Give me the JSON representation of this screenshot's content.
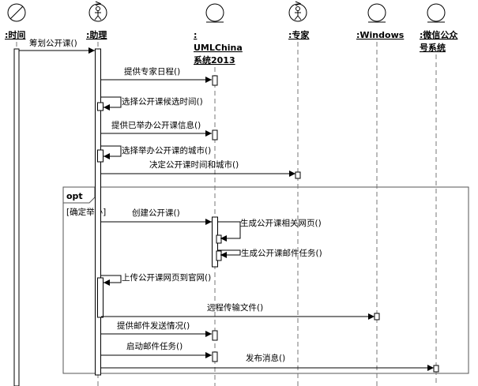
{
  "lifelines": [
    {
      "id": "time",
      "icon": "actor-icon",
      "name_lines": [
        ":时间"
      ]
    },
    {
      "id": "helper",
      "icon": "control-icon",
      "name_lines": [
        ":助理"
      ]
    },
    {
      "id": "uml",
      "icon": "entity-icon",
      "name_lines": [
        ":",
        "UMLChina",
        "系统2013"
      ]
    },
    {
      "id": "expert",
      "icon": "control-icon",
      "name_lines": [
        ":专家"
      ]
    },
    {
      "id": "windows",
      "icon": "entity-icon",
      "name_lines": [
        ":Windows"
      ]
    },
    {
      "id": "wechat",
      "icon": "entity-icon",
      "name_lines": [
        ":微信公众",
        "号系统"
      ]
    }
  ],
  "messages": [
    {
      "from": "time",
      "to": "helper",
      "label": "筹划公开课()"
    },
    {
      "from": "helper",
      "to": "uml",
      "label": "提供专家日程()"
    },
    {
      "from": "helper",
      "to": "helper",
      "label": "选择公开课候选时间()"
    },
    {
      "from": "helper",
      "to": "uml",
      "label": "提供已举办公开课信息()"
    },
    {
      "from": "helper",
      "to": "helper",
      "label": "选择举办公开课的城市()"
    },
    {
      "from": "helper",
      "to": "expert",
      "label": "决定公开课时间和城市()"
    },
    {
      "from": "helper",
      "to": "uml",
      "label": "创建公开课()"
    },
    {
      "from": "uml",
      "to": "uml",
      "label": "生成公开课相关网页()"
    },
    {
      "from": "uml",
      "to": "uml",
      "label": "生成公开课邮件任务()"
    },
    {
      "from": "helper",
      "to": "helper",
      "label": "上传公开课网页到官网()"
    },
    {
      "from": "helper",
      "to": "windows",
      "label": "远程传输文件()"
    },
    {
      "from": "helper",
      "to": "uml",
      "label": "提供邮件发送情况()"
    },
    {
      "from": "helper",
      "to": "uml",
      "label": "启动邮件任务()"
    },
    {
      "from": "helper",
      "to": "wechat",
      "label": "发布消息()"
    }
  ],
  "fragment": {
    "operator": "opt",
    "guard": "[确定举办]"
  }
}
